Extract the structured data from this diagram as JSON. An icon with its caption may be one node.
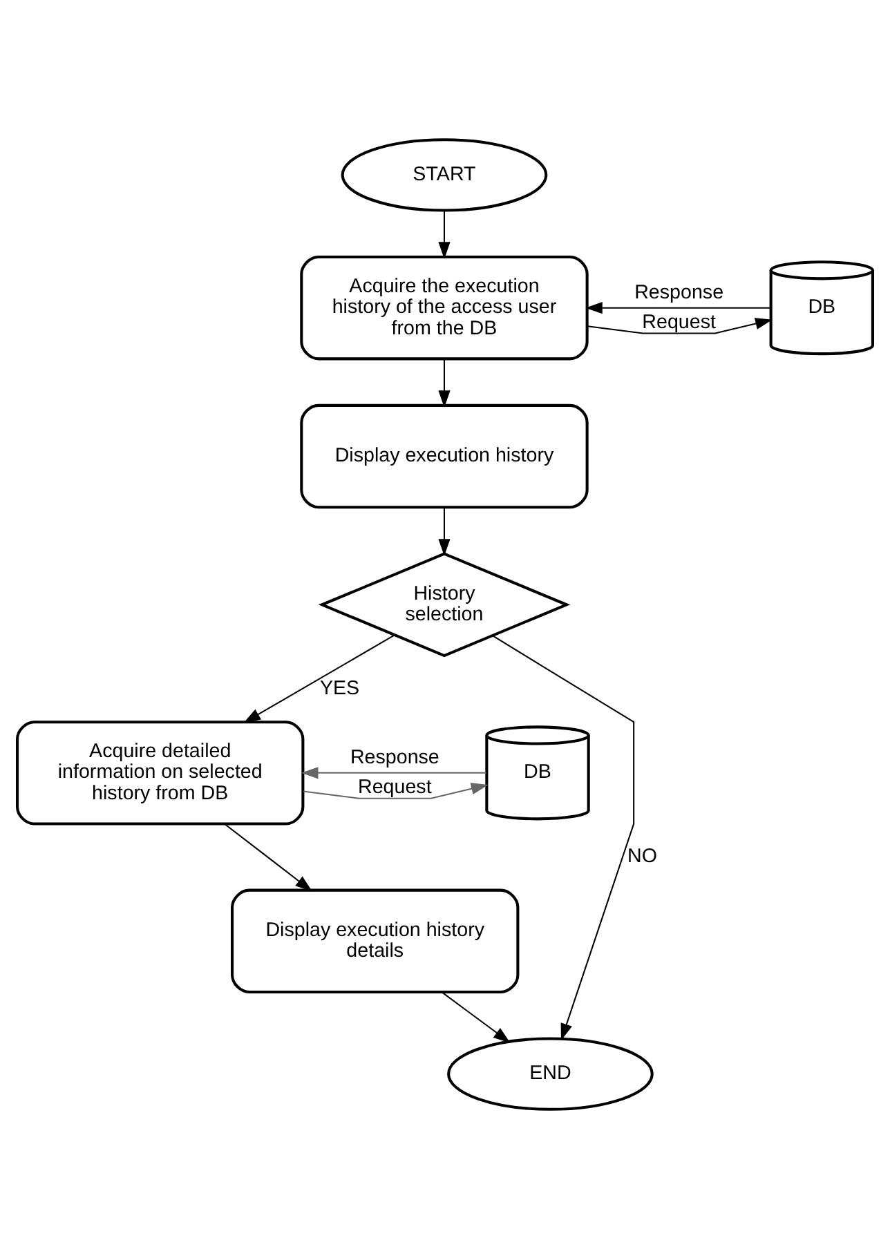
{
  "diagram": {
    "nodes": [
      {
        "text": [
          "START"
        ]
      },
      {
        "text": [
          "Acquire the execution history of the access user from the DB"
        ]
      },
      {
        "text": [
          "DB"
        ]
      },
      {
        "text": [
          "Display execution history"
        ]
      },
      {
        "text": [
          "History selection"
        ]
      },
      {
        "text": [
          "Acquire detailed information on selected history from DB"
        ]
      },
      {
        "text": [
          "DB"
        ]
      },
      {
        "text": [
          "Display execution history details"
        ]
      },
      {
        "text": [
          "END"
        ]
      }
    ],
    "edges": [
      {
        "from": 0,
        "to": 1,
        "arrow": "to"
      },
      {
        "from": 1,
        "to": 2,
        "arrow": "to",
        "label": "Request"
      },
      {
        "from": 2,
        "to": 1,
        "arrow": "to",
        "label": "Response"
      },
      {
        "from": 1,
        "to": 3,
        "arrow": "to"
      },
      {
        "from": 3,
        "to": 4,
        "arrow": "to"
      },
      {
        "from": 4,
        "to": 8,
        "arrow": "to",
        "label": "NO"
      },
      {
        "from": 4,
        "to": 5,
        "arrow": "to",
        "label": "YES"
      },
      {
        "from": 5,
        "to": 6,
        "arrow": "to",
        "label": "Request",
        "color": "#666666"
      },
      {
        "from": 6,
        "to": 5,
        "arrow": "to",
        "label": "Response",
        "color": "#666666"
      },
      {
        "from": 5,
        "to": 7,
        "arrow": "to"
      },
      {
        "from": 7,
        "to": 8,
        "arrow": "to"
      }
    ]
  }
}
